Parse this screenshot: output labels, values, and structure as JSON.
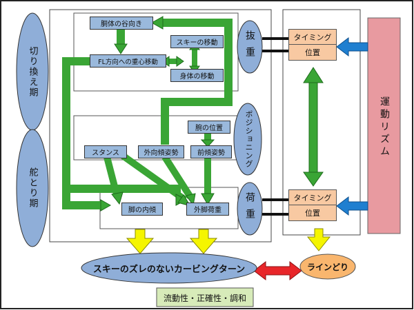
{
  "left_phases": [
    "切り換え期",
    "舵とり期"
  ],
  "top_section": {
    "torso_downhill": "胴体の谷向き",
    "ski_movement": "スキーの移動",
    "cog_to_fl": "FL方向への重心移動",
    "body_movement": "身体の移動"
  },
  "mid_section": {
    "arm_position": "腕の位置",
    "stance": "スタンス",
    "outward_lean": "外向傾姿勢",
    "forward_lean": "前傾姿勢"
  },
  "bottom_section": {
    "leg_inclination": "脚の内傾",
    "outer_leg_load": "外脚荷重"
  },
  "ellipses": {
    "unweight": "抜重",
    "positioning": "ポジショニング",
    "weight": "荷重"
  },
  "right_boxes": {
    "timing": "タイミング",
    "position": "位置"
  },
  "motion_rhythm": "運動リズム",
  "carving_turn": "スキーのズレのないカービングターン",
  "line_choice": "ラインどり",
  "footer": "流動性・正確性・調和",
  "colors": {
    "green": "#3aa535",
    "yellow": "#f5f500",
    "blue_arrow": "#1f7fd0",
    "red_arrow": "#e8262a",
    "rhythm_pink": "#e89aa0",
    "footer_bg": "#d7ebb9",
    "box_blue": "#9ab9dc",
    "orange": "#f8c9a2",
    "line_orange": "#f9b66e"
  }
}
